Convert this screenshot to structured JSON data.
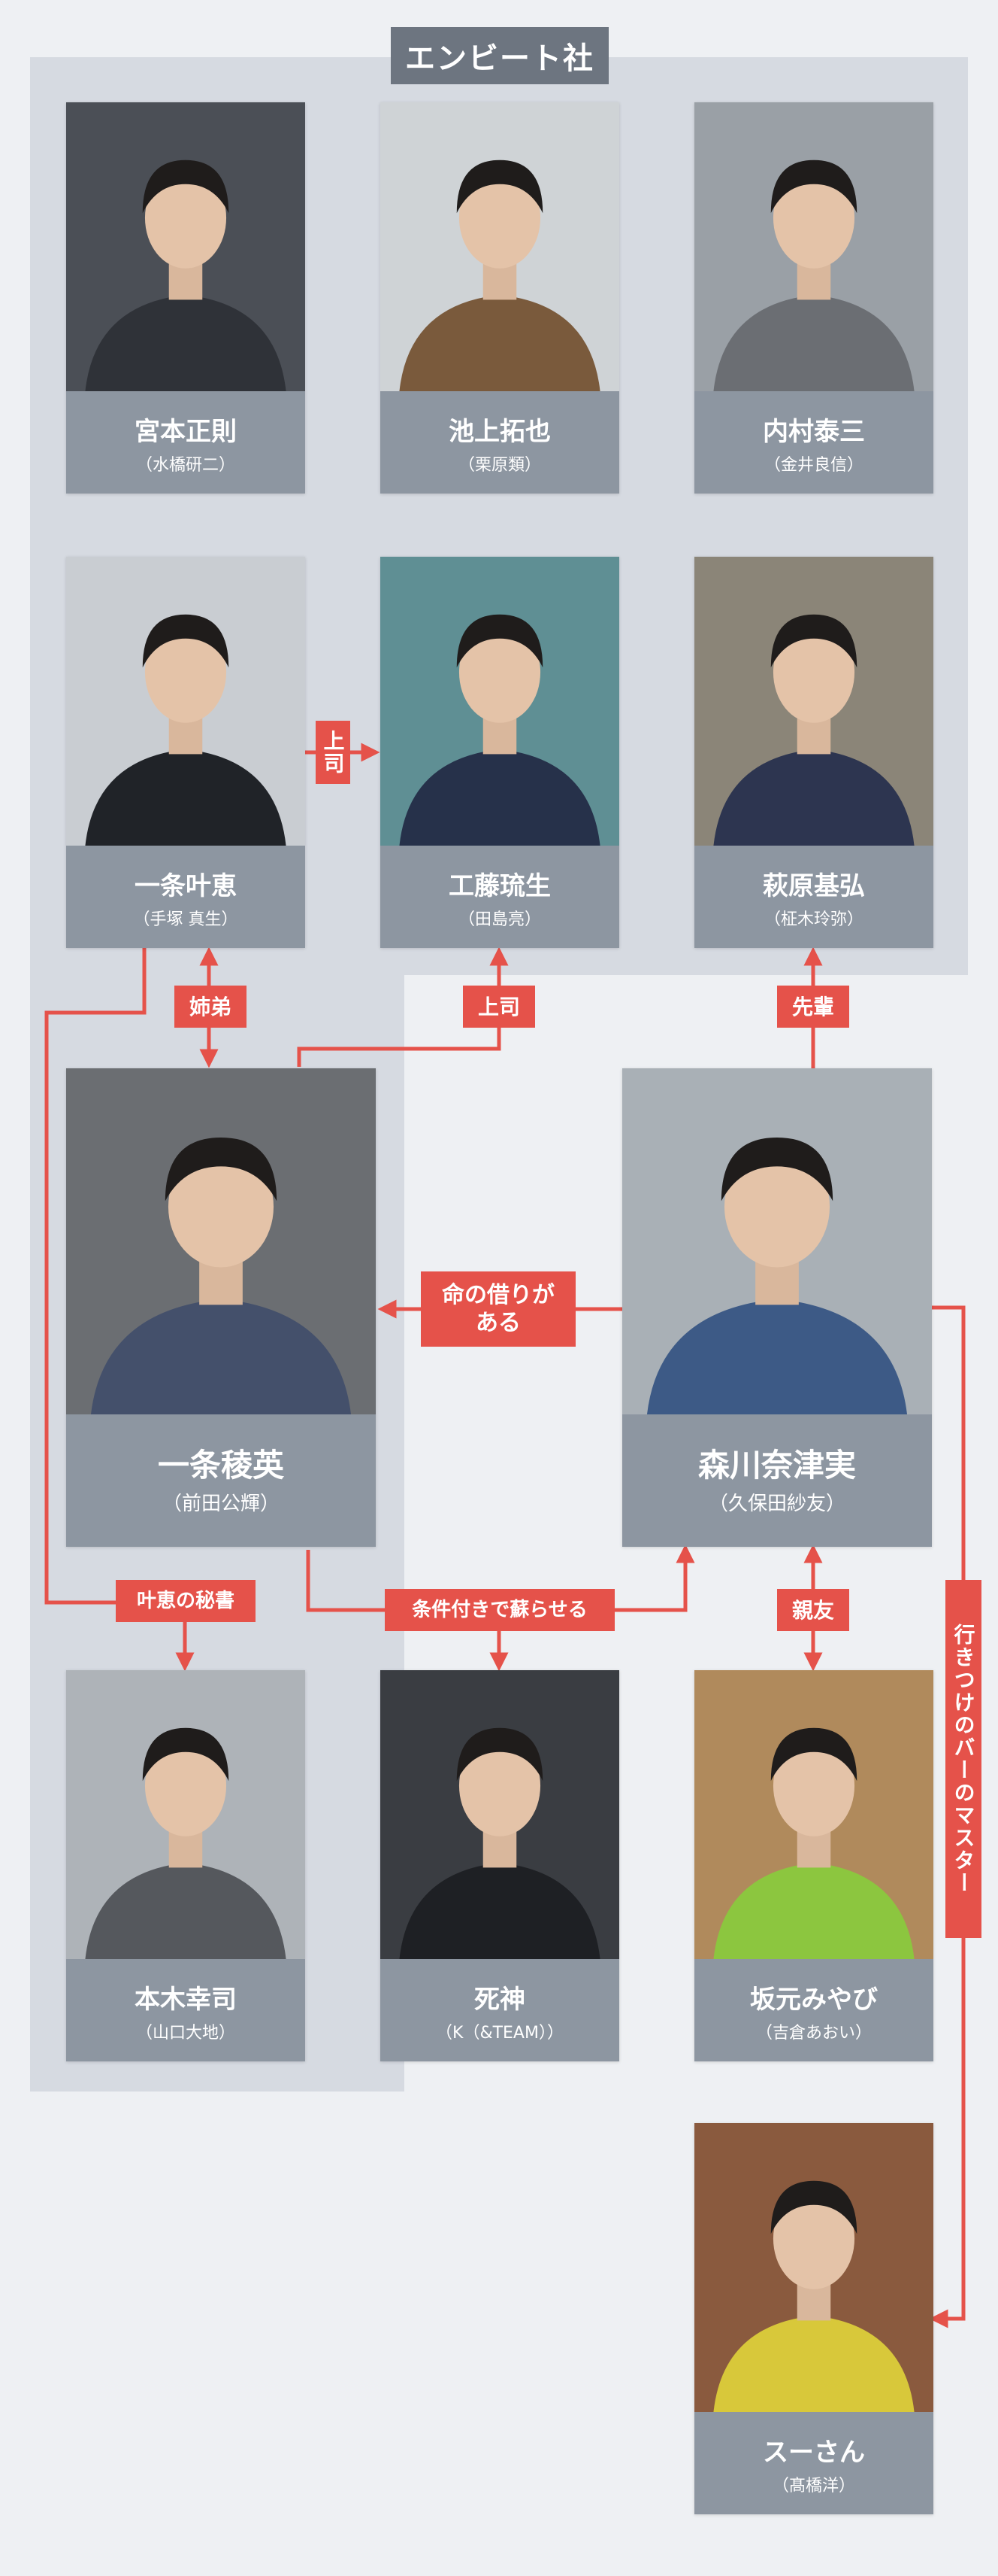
{
  "group": {
    "title": "エンビート社"
  },
  "characters": [
    {
      "id": "miyamoto",
      "name": "宮本正則",
      "actor": "（水橋研二）",
      "photo_bg": "#4b4f56",
      "suit": "#2f3238"
    },
    {
      "id": "ikegami",
      "name": "池上拓也",
      "actor": "（栗原類）",
      "photo_bg": "#cfd3d6",
      "suit": "#7a5a3c"
    },
    {
      "id": "uchimura",
      "name": "内村泰三",
      "actor": "（金井良信）",
      "photo_bg": "#9aa0a6",
      "suit": "#6b6e73"
    },
    {
      "id": "ichijo_kanae",
      "name": "一条叶恵",
      "actor": "（手塚 真生）",
      "photo_bg": "#c9cdd2",
      "suit": "#202328"
    },
    {
      "id": "kudo",
      "name": "工藤琉生",
      "actor": "（田島亮）",
      "photo_bg": "#5f8f94",
      "suit": "#26314a"
    },
    {
      "id": "hagiwara",
      "name": "萩原基弘",
      "actor": "（柾木玲弥）",
      "photo_bg": "#8b8578",
      "suit": "#2d3550"
    },
    {
      "id": "ichijo_ryoei",
      "name": "一条稜英",
      "actor": "（前田公輝）",
      "photo_bg": "#6b6e72",
      "suit": "#44506b"
    },
    {
      "id": "morikawa",
      "name": "森川奈津実",
      "actor": "（久保田紗友）",
      "photo_bg": "#a9b0b6",
      "suit": "#3d5a86"
    },
    {
      "id": "motoki",
      "name": "本木幸司",
      "actor": "（山口大地）",
      "photo_bg": "#aeb3b8",
      "suit": "#55585d"
    },
    {
      "id": "shinigami",
      "name": "死神",
      "actor": "（K（&TEAM））",
      "photo_bg": "#3a3d42",
      "suit": "#1e2024"
    },
    {
      "id": "sakamoto",
      "name": "坂元みやび",
      "actor": "（吉倉あおい）",
      "photo_bg": "#b08a5c",
      "suit": "#8cc63f"
    },
    {
      "id": "su_san",
      "name": "スーさん",
      "actor": "（髙橋洋）",
      "photo_bg": "#8a5a3e",
      "suit": "#d8c83a"
    }
  ],
  "relations": [
    {
      "id": "kanae_to_kudo",
      "label": "上司"
    },
    {
      "id": "siblings",
      "label": "姉弟"
    },
    {
      "id": "ryoei_to_kudo",
      "label": "上司"
    },
    {
      "id": "senpai",
      "label": "先輩"
    },
    {
      "id": "debt",
      "label": "命の借りがある"
    },
    {
      "id": "secretary",
      "label": "叶恵の秘書"
    },
    {
      "id": "revive",
      "label": "条件付きで蘇らせる"
    },
    {
      "id": "best_friend",
      "label": "親友"
    },
    {
      "id": "bar_master",
      "label": "行きつけのバーのマスター"
    }
  ],
  "colors": {
    "accent": "#e5524a",
    "group_bg": "#d6dae1",
    "plate": "#8d96a1",
    "page_bg": "#eef0f3"
  }
}
